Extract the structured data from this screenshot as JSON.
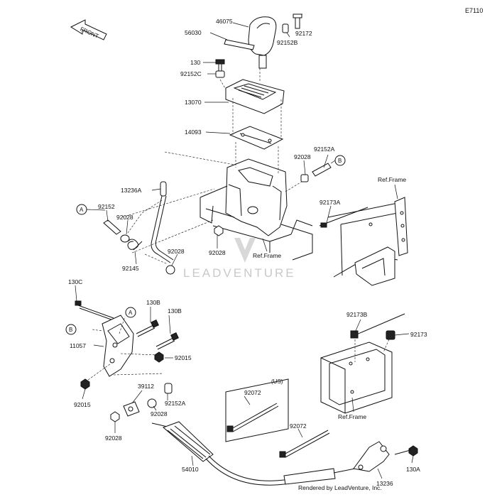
{
  "diagram_code": "E7110",
  "front_arrow_label": "FRONT",
  "watermark": "LEADVENTURE",
  "footer": "Rendered by LeadVenture, Inc.",
  "callouts": {
    "A": "A",
    "B": "B",
    "US": "(US)"
  },
  "ref_frame_label": "Ref.Frame",
  "parts": {
    "p46075": "46075",
    "p92172": "92172",
    "p56030": "56030",
    "p92152B": "92152B",
    "p130_top": "130",
    "p92152C": "92152C",
    "p13070": "13070",
    "p14093": "14093",
    "p92028_a": "92028",
    "p92152A_a": "92152A",
    "p13236A": "13236A",
    "p92173A": "92173A",
    "p92152": "92152",
    "p92028_b": "92028",
    "p92028_c": "92028",
    "p92028_d": "92028",
    "p92145": "92145",
    "p130C": "130C",
    "p130B_a": "130B",
    "p130B_b": "130B",
    "p11057": "11057",
    "p92015_a": "92015",
    "p92015_b": "92015",
    "p39112": "39112",
    "p92152A_b": "92152A",
    "p92028_e": "92028",
    "p92028_f": "92028",
    "p92173B": "92173B",
    "p92173": "92173",
    "p92072_a": "92072",
    "p92072_b": "92072",
    "p54010": "54010",
    "p13236": "13236",
    "p130A": "130A"
  }
}
